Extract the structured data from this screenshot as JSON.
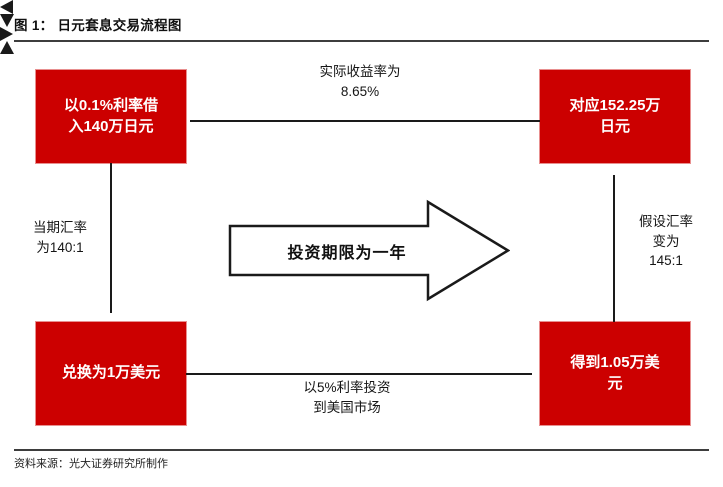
{
  "figure": {
    "title": "图 1： 日元套息交易流程图",
    "source": "资料来源：光大证券研究所制作"
  },
  "colors": {
    "node_fill": "#cc0000",
    "node_text": "#ffffff",
    "connector": "#1a1a1a",
    "rule": "#3d3d3d"
  },
  "nodes": {
    "borrow_jpy": {
      "line1": "以0.1%利率借",
      "line2": "入140万日元"
    },
    "jpy_end": {
      "line1": "对应152.25万",
      "line2": "日元"
    },
    "exchange_usd": {
      "line1": "兑换为1万美元"
    },
    "usd_end": {
      "line1": "得到1.05万美",
      "line2": "元"
    }
  },
  "edge_labels": {
    "top": "实际收益率为\n8.65%",
    "left": "当期汇率\n为140:1",
    "right": "假设汇率\n变为\n145:1",
    "bottom": "以5%利率投资\n到美国市场"
  },
  "center_arrow": {
    "text": "投资期限为一年"
  },
  "chart_data": {
    "type": "diagram",
    "title": "图 1： 日元套息交易流程图",
    "subtype": "flowchart-cycle",
    "nodes": [
      {
        "id": "borrow_jpy",
        "label": "以0.1%利率借入140万日元",
        "position": "top-left",
        "fill": "#cc0000"
      },
      {
        "id": "exchange_usd",
        "label": "兑换为1万美元",
        "position": "bottom-left",
        "fill": "#cc0000"
      },
      {
        "id": "usd_end",
        "label": "得到1.05万美元",
        "position": "bottom-right",
        "fill": "#cc0000"
      },
      {
        "id": "jpy_end",
        "label": "对应152.25万日元",
        "position": "top-right",
        "fill": "#cc0000"
      }
    ],
    "edges": [
      {
        "from": "borrow_jpy",
        "to": "exchange_usd",
        "label": "当期汇率为140:1",
        "direction": "down"
      },
      {
        "from": "exchange_usd",
        "to": "usd_end",
        "label": "以5%利率投资到美国市场",
        "direction": "right"
      },
      {
        "from": "usd_end",
        "to": "jpy_end",
        "label": "假设汇率变为145:1",
        "direction": "up"
      },
      {
        "from": "jpy_end",
        "to": "borrow_jpy",
        "label": "实际收益率为8.65%",
        "direction": "left"
      }
    ],
    "annotations": [
      {
        "id": "center_arrow",
        "text": "投资期限为一年",
        "shape": "block-arrow-right"
      }
    ],
    "values": {
      "borrow_rate_pct": 0.1,
      "borrow_amount_jpy_wan": 140,
      "initial_fx_jpy_per_usd": 140,
      "usd_amount_wan": 1,
      "invest_rate_pct": 5,
      "usd_return_wan": 1.05,
      "assumed_fx_jpy_per_usd": 145,
      "jpy_return_wan": 152.25,
      "effective_return_pct": 8.65
    },
    "source": "资料来源：光大证券研究所制作"
  }
}
